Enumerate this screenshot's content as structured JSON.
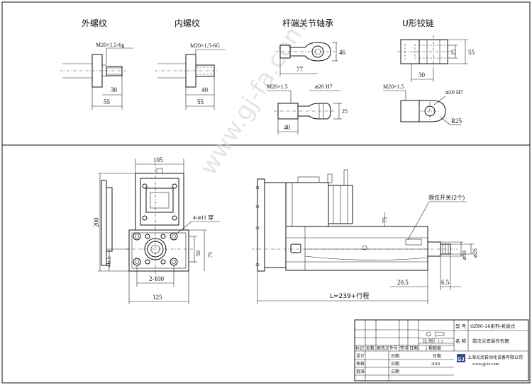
{
  "top_views": {
    "external_thread": {
      "title": "外螺纹",
      "spec": "M20×1.5-6g",
      "dim_thread_len": "30",
      "dim_total": "55"
    },
    "internal_thread": {
      "title": "内螺纹",
      "spec": "M20×1.5-6G",
      "dim_thread_len": "40",
      "dim_total": "55"
    },
    "rod_end_bearing": {
      "title": "杆端关节轴承",
      "dim_height": "46",
      "dim_length": "77",
      "spec": "M20×1.5",
      "bore": "⌀20 H7",
      "dim_thread_len": "40",
      "dim_width": "25"
    },
    "clevis": {
      "title": "U形铰链",
      "dim_inner": "25",
      "dim_outer": "55",
      "dim_width": "30",
      "spec": "M20×1.5",
      "bore": "⌀20 H7",
      "radius": "R25"
    }
  },
  "side_view": {
    "dim_top_width": "105",
    "dim_height": "200",
    "hole_note": "4-⌀11 穿",
    "dim_hole_y": "50",
    "dim_center_h": "75",
    "dim_base_h": "46.5",
    "dim_holes_x": "2-100",
    "dim_base_width": "125"
  },
  "front_view": {
    "limit_switch": "限位开关(2个)",
    "dim_75": "75",
    "dim_shaft_dia": "⌀50",
    "dim_rod_dia": "⌀26",
    "dim_20_5": "20.5",
    "dim_6_5": "6.5",
    "dim_length": "L=239+行程"
  },
  "watermark": "www.gj-fa.com",
  "title_block": {
    "model_label": "型 号",
    "model_value": "GZ80-16系列-折返式",
    "name_label": "名 称",
    "name_value": "前法兰安装外形图",
    "scale_label": "比 例",
    "scale_value": "1:1",
    "mark_label": "标记",
    "count_label": "处数",
    "doc_label": "更改文件号",
    "sign_label": "签字",
    "date_label": "日期",
    "thick_label": "粗糙度",
    "design_label": "设计",
    "review_label": "审核",
    "approve_label": "批准",
    "date_short": "日期",
    "year": "2018",
    "company": "上海光润自动化设备有限公司",
    "website": "www.gj-fa.com",
    "logo_text": "GJ"
  }
}
